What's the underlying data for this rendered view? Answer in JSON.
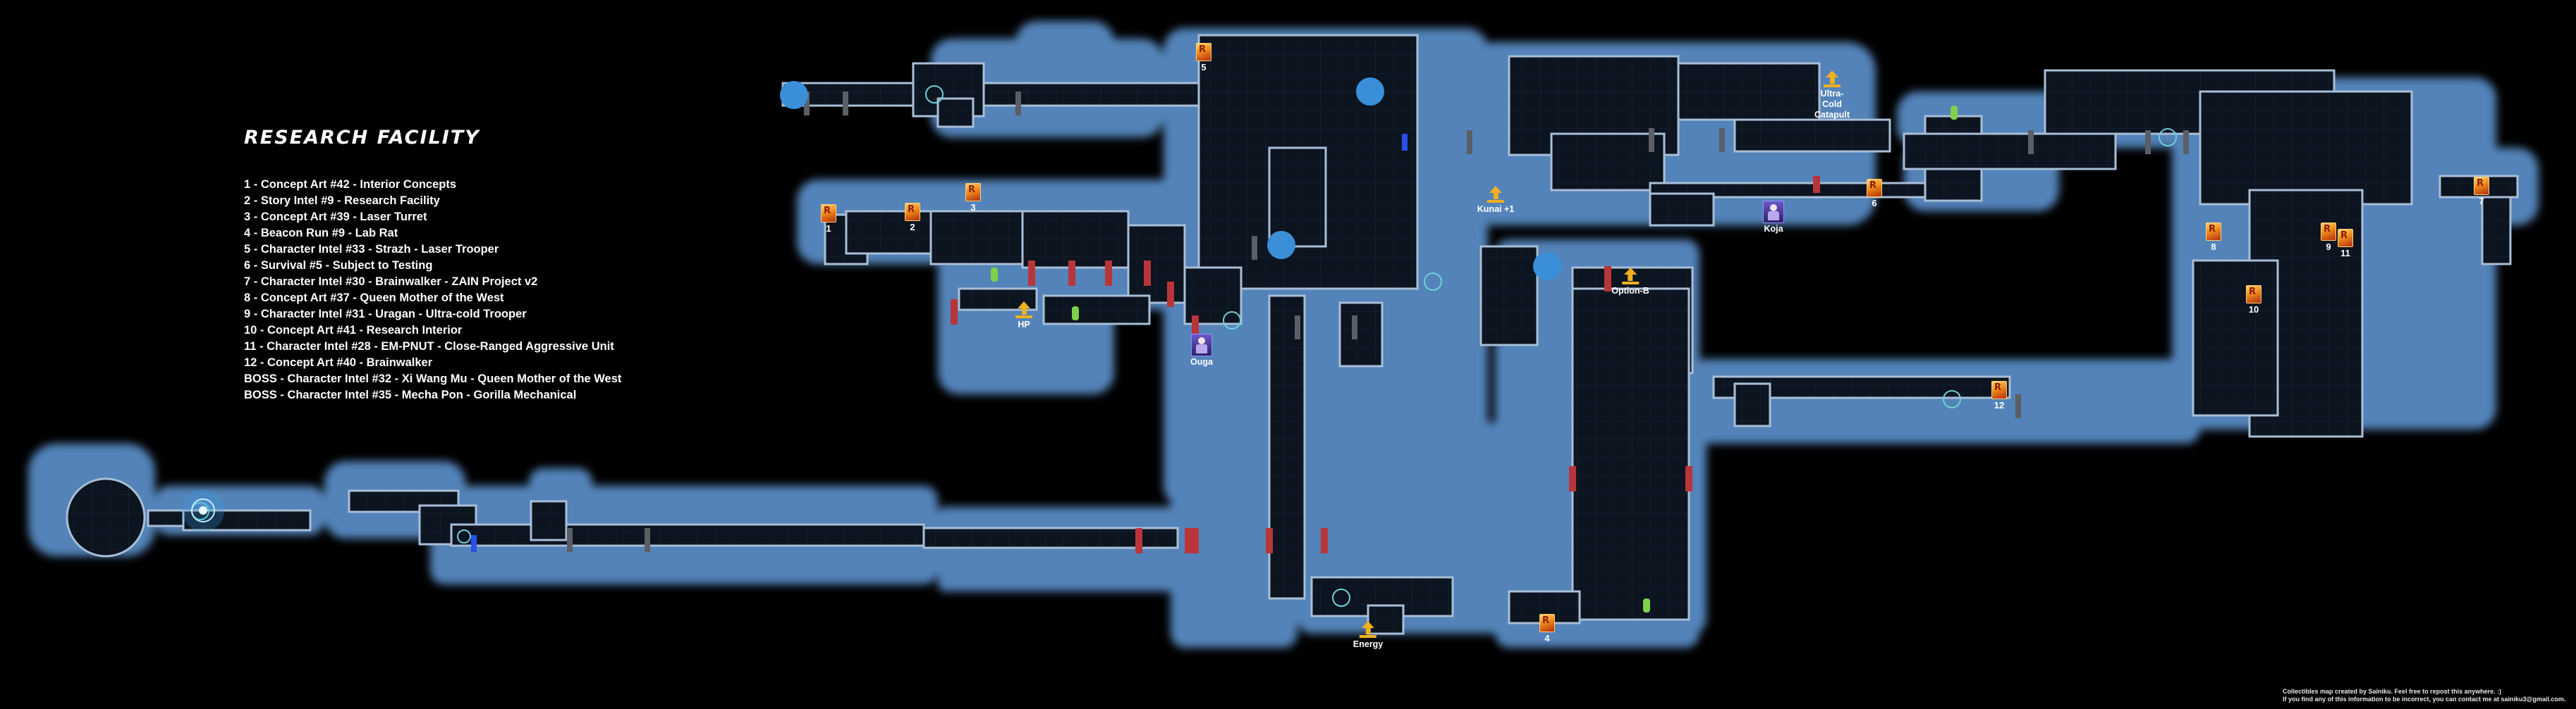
{
  "legend": {
    "title": "RESEARCH FACILITY",
    "items": [
      "1 - Concept Art #42 - Interior Concepts",
      "2 - Story Intel #9 - Research Facility",
      "3 - Concept Art #39 - Laser Turret",
      "4 - Beacon Run #9 - Lab Rat",
      "5 - Character Intel #33 - Strazh - Laser Trooper",
      "6 - Survival #5 - Subject to Testing",
      "7 - Character Intel #30 - Brainwalker - ZAIN Project v2",
      "8 - Concept Art #37 - Queen Mother of the West",
      "9 - Character Intel #31 - Uragan - Ultra-cold Trooper",
      "10 - Concept Art #41 - Research Interior",
      "11 - Character Intel #28 - EM-PNUT - Close-Ranged Aggressive Unit",
      "12 - Concept Art #40 - Brainwalker",
      "BOSS - Character Intel #32 - Xi Wang Mu - Queen Mother of the West",
      "BOSS - Character Intel #35 - Mecha Pon - Gorilla Mechanical"
    ]
  },
  "collectibles": [
    {
      "num": "1",
      "icon": "collectible-icon"
    },
    {
      "num": "2",
      "icon": "collectible-icon"
    },
    {
      "num": "3",
      "icon": "collectible-icon"
    },
    {
      "num": "4",
      "icon": "collectible-icon"
    },
    {
      "num": "5",
      "icon": "collectible-icon"
    },
    {
      "num": "6",
      "icon": "collectible-icon"
    },
    {
      "num": "7",
      "icon": "collectible-icon"
    },
    {
      "num": "8",
      "icon": "collectible-icon"
    },
    {
      "num": "9",
      "icon": "collectible-icon"
    },
    {
      "num": "10",
      "icon": "collectible-icon"
    },
    {
      "num": "11",
      "icon": "collectible-icon"
    },
    {
      "num": "12",
      "icon": "collectible-icon"
    }
  ],
  "upgrades": [
    {
      "label": "HP",
      "icon": "upgrade-arrow-icon"
    },
    {
      "label": "Kunai +1",
      "icon": "upgrade-arrow-icon"
    },
    {
      "label": "Ultra-Cold Catapult",
      "icon": "upgrade-arrow-icon"
    },
    {
      "label": "Option-B",
      "icon": "upgrade-arrow-icon"
    },
    {
      "label": "Energy",
      "icon": "upgrade-arrow-icon"
    }
  ],
  "bosses": [
    {
      "label": "Ouga",
      "icon": "boss-portrait-icon"
    },
    {
      "label": "Koja",
      "icon": "boss-portrait-icon"
    }
  ],
  "credits": {
    "line1": "Collectibles map created by Sainiku. Feel free to repost this anywhere. :)",
    "line2": "If you find any of this information to be incorrect, you can contact me at sainiku3@gmail.com."
  },
  "colors": {
    "background": "#000000",
    "explored_zone": "#4f7fb5",
    "room_fill": "#0c1420",
    "wall_outline": "#a9bfd6",
    "locked_door": "#b8363a",
    "door": "#5a5f66",
    "save_point": "#7fd04a",
    "teleporter": "#3aa0e8",
    "collectible": "#f08a1c",
    "upgrade": "#f0b020"
  }
}
